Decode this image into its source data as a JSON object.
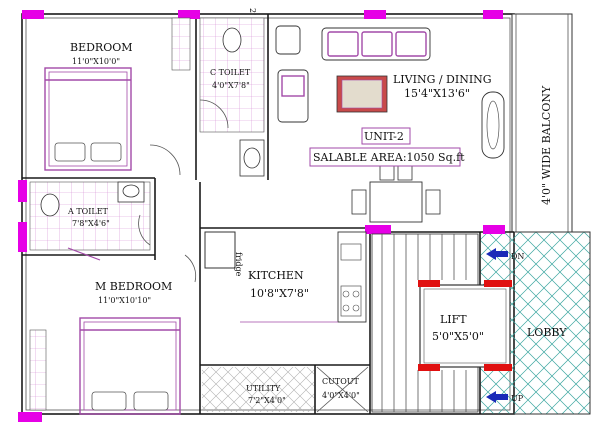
{
  "rooms": {
    "bedroom": {
      "name": "BEDROOM",
      "size": "11'0\"X10'0\""
    },
    "c_toilet": {
      "name": "C TOILET",
      "size": "4'0\"X7'8\""
    },
    "living": {
      "name": "LIVING / DINING",
      "size": "15'4\"X13'6\""
    },
    "a_toilet": {
      "name": "A TOILET",
      "size": "7'8\"X4'6\""
    },
    "m_bedroom": {
      "name": "M BEDROOM",
      "size": "11'0\"X10'10\""
    },
    "kitchen": {
      "name": "KITCHEN",
      "size": "10'8\"X7'8\""
    },
    "utility": {
      "name": "UTILITY",
      "size": "7'2\"X4'0\""
    },
    "cutout": {
      "name": "CUTOUT",
      "size": "4'0\"X4'0\""
    },
    "lift": {
      "name": "LIFT",
      "size": "5'0\"X5'0\""
    },
    "lobby": {
      "name": "LOBBY"
    }
  },
  "unit": {
    "name": "UNIT-2",
    "area": "SALABLE AREA:1050 Sq.ft"
  },
  "balcony": "4'0\" WIDE BALCONY",
  "stairs": {
    "down": "DN",
    "up": "UP"
  },
  "fridge": "fridge",
  "top_dim": "2'",
  "colors": {
    "column": "#e600e6",
    "lift_red": "#e01010",
    "arrow_blue": "#1a2ab8",
    "lobby_hatch": "#3aa6a0",
    "furniture": "#a24aa8"
  }
}
